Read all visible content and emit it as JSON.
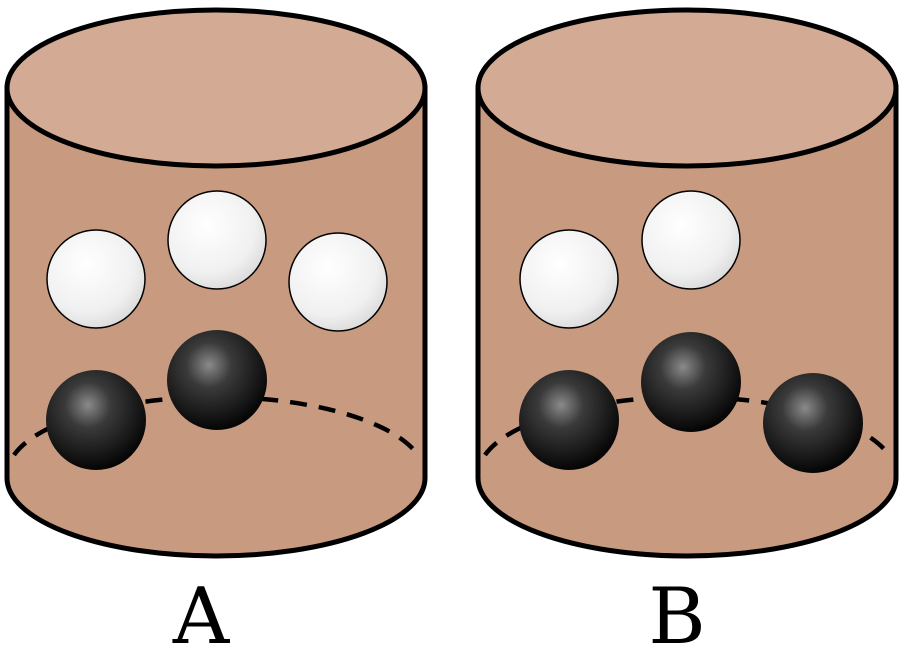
{
  "colors": {
    "jar_body": "#c89a80",
    "jar_top": "#d3ab95",
    "outline": "#000000",
    "white_ball": "#f2f2f2",
    "black_ball": "#222222"
  },
  "jars": [
    {
      "label": "A",
      "white_balls": 3,
      "black_balls": 2
    },
    {
      "label": "B",
      "white_balls": 2,
      "black_balls": 3
    }
  ]
}
